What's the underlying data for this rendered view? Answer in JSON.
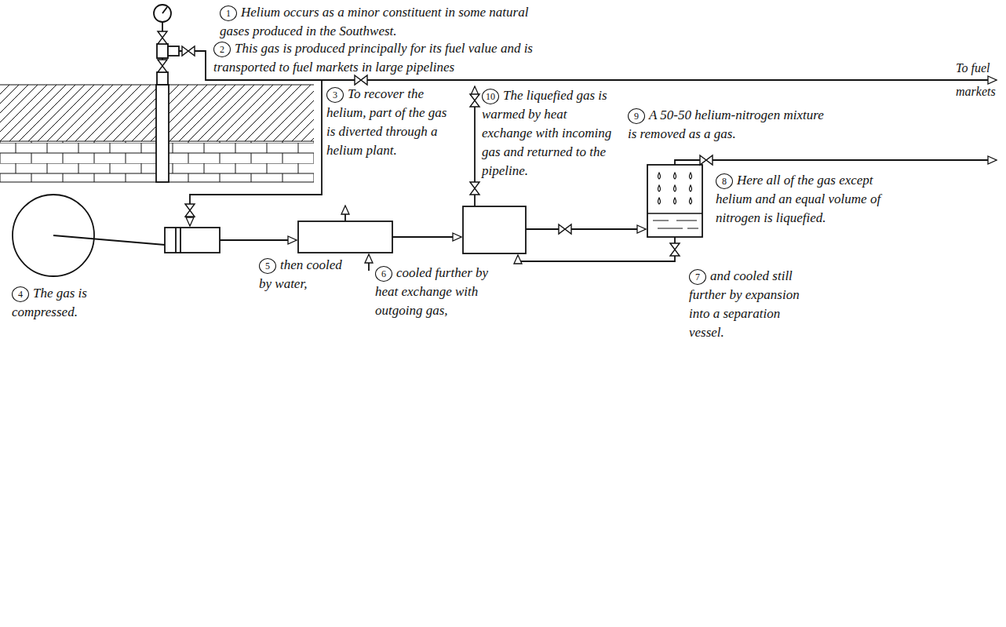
{
  "diagram": {
    "labels": [
      "1",
      "Helium occurs as a minor constituent in some natural gases produced in the Southwest.",
      "2",
      "This gas is produced principally for its fuel value and is transported to fuel markets in large pipelines",
      "To fuel markets",
      "3",
      "To recover the helium, part of the gas is diverted through a helium plant.",
      "10",
      "The liquefied gas is warmed by heat exchange with incoming gas and returned to the pipeline.",
      "9",
      "A 50-50 helium-nitrogen mixture is removed as a gas.",
      "8",
      "Here all of the gas except helium and an equal volume of nitrogen is liquefied.",
      "4",
      "The gas is compressed.",
      "5",
      "then cooled by water,",
      "6",
      "cooled further by heat exchange with outgoing gas,",
      "7",
      "and cooled still further by expansion into a separation vessel."
    ]
  }
}
